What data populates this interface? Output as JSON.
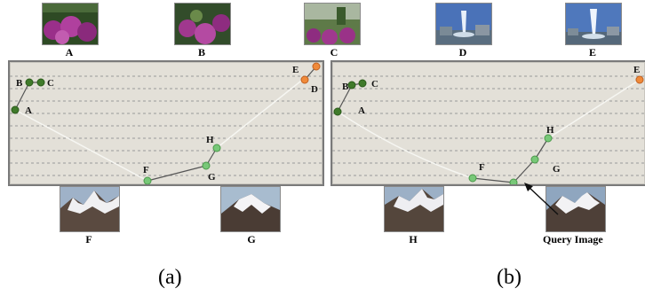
{
  "top_images": [
    {
      "label": "A",
      "kind": "flower"
    },
    {
      "label": "B",
      "kind": "flower"
    },
    {
      "label": "C",
      "kind": "flower"
    },
    {
      "label": "D",
      "kind": "fountain"
    },
    {
      "label": "E",
      "kind": "fountain"
    }
  ],
  "panel_a": {
    "nodes": [
      {
        "label": "A",
        "color": "#3f7a2a"
      },
      {
        "label": "B",
        "color": "#3f7a2a"
      },
      {
        "label": "C",
        "color": "#3f7a2a"
      },
      {
        "label": "D",
        "color": "#f08a3a"
      },
      {
        "label": "E",
        "color": "#f08a3a"
      },
      {
        "label": "F",
        "color": "#78c878"
      },
      {
        "label": "G",
        "color": "#78c878"
      },
      {
        "label": "H",
        "color": "#78c878"
      }
    ]
  },
  "panel_b": {
    "nodes": [
      {
        "label": "A",
        "color": "#3f7a2a"
      },
      {
        "label": "B",
        "color": "#3f7a2a"
      },
      {
        "label": "C",
        "color": "#3f7a2a"
      },
      {
        "label": "E",
        "color": "#f08a3a"
      },
      {
        "label": "F",
        "color": "#78c878"
      },
      {
        "label": "G",
        "color": "#78c878"
      },
      {
        "label": "H",
        "color": "#78c878"
      }
    ]
  },
  "bottom_a": [
    {
      "label": "F",
      "kind": "mountain"
    },
    {
      "label": "G",
      "kind": "mountain"
    }
  ],
  "bottom_b": [
    {
      "label": "H",
      "kind": "mountain"
    }
  ],
  "query": {
    "label": "Query Image",
    "kind": "mountain"
  },
  "captions": {
    "a": "(a)",
    "b": "(b)"
  }
}
